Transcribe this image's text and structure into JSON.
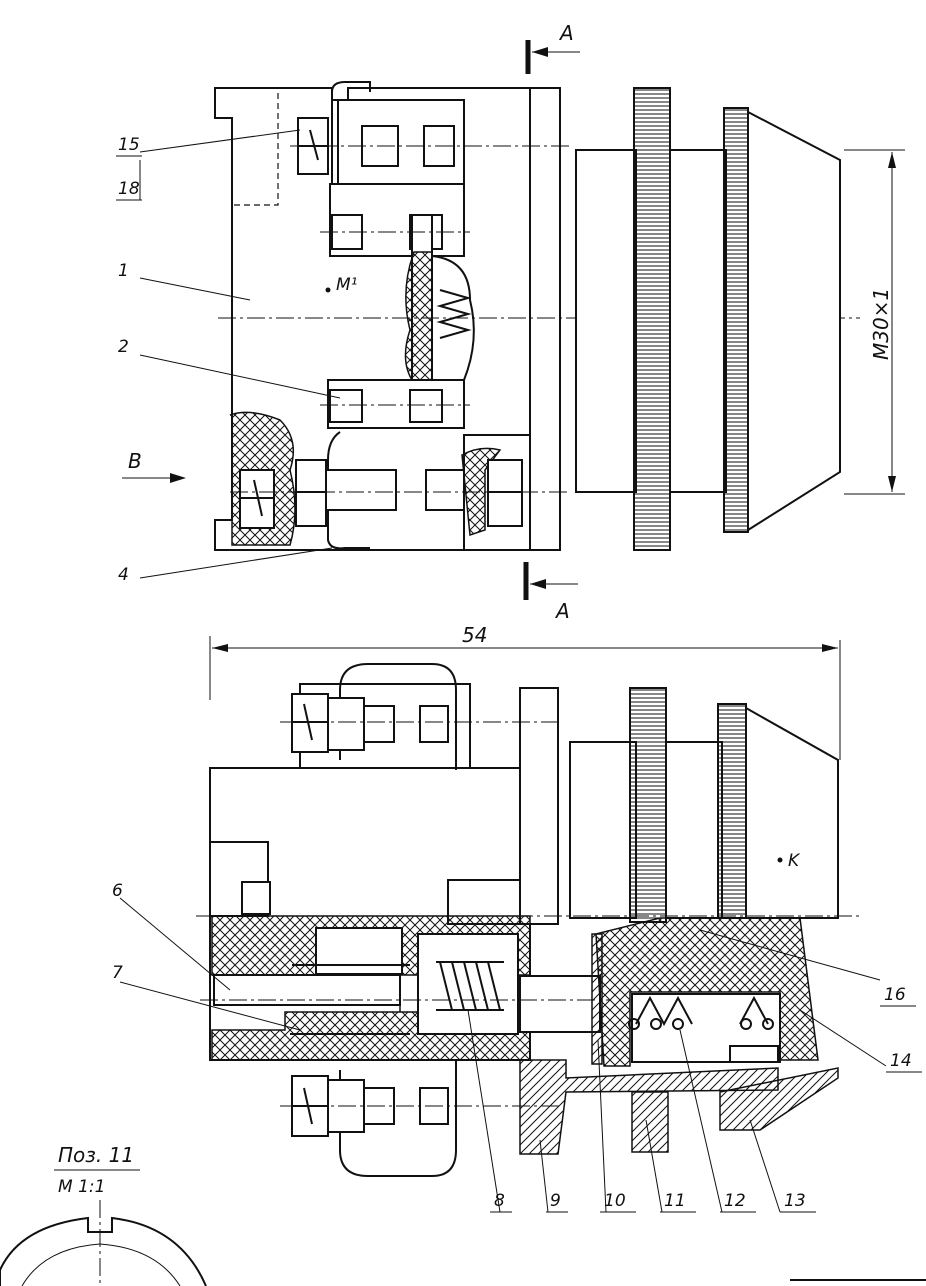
{
  "section": {
    "label": "A"
  },
  "view": {
    "label": "B"
  },
  "thread": {
    "label": "M30×1"
  },
  "points": {
    "m1": "M¹",
    "k": "K"
  },
  "dimension": {
    "overall": "54"
  },
  "top_positions": [
    "15",
    "18",
    "1",
    "2",
    "4"
  ],
  "left_positions": [
    "6",
    "7"
  ],
  "bottom_positions": [
    "8",
    "9",
    "10",
    "11",
    "12",
    "13"
  ],
  "right_positions": [
    "16",
    "14"
  ],
  "detail": {
    "title": "Поз. 11",
    "scale": "М 1:1"
  }
}
